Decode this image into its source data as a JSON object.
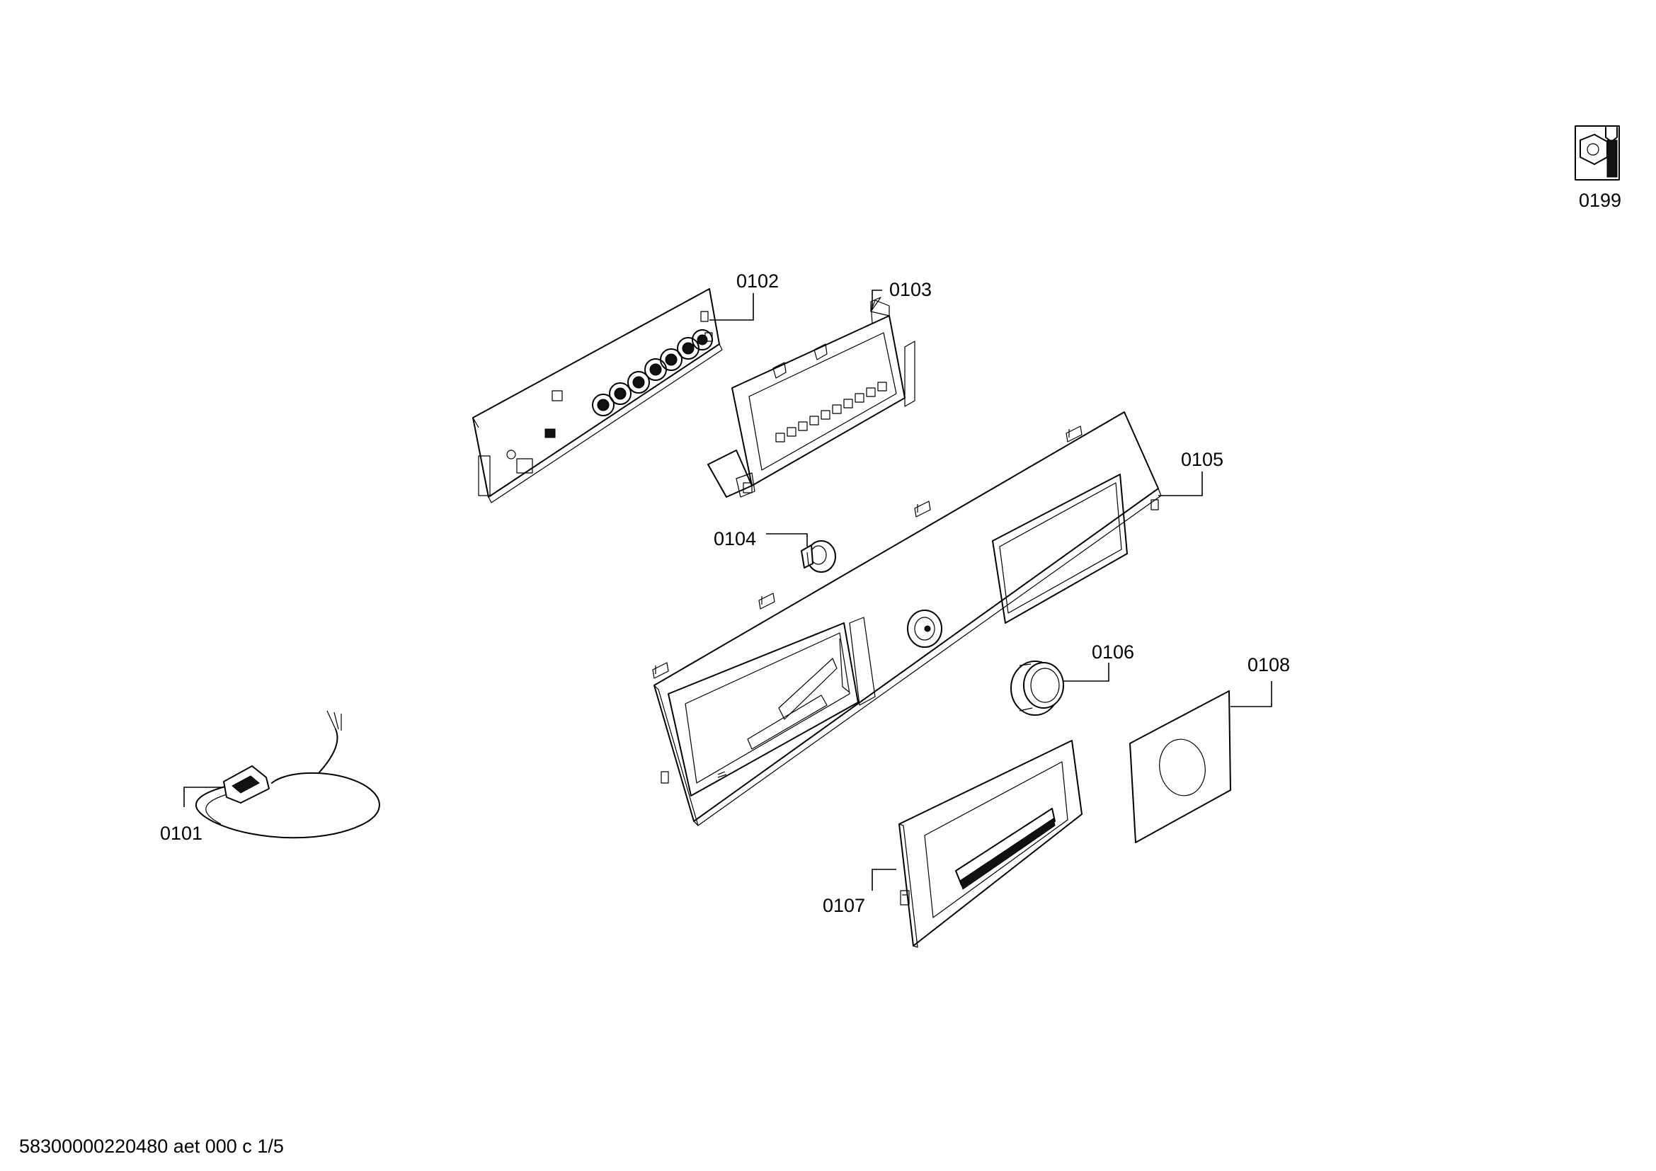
{
  "callouts": {
    "p0101": "0101",
    "p0102": "0102",
    "p0103": "0103",
    "p0104": "0104",
    "p0105": "0105",
    "p0106": "0106",
    "p0107": "0107",
    "p0108": "0108",
    "p0199": "0199"
  },
  "footer": {
    "document_code": "58300000220480 aet 000 c 1/5"
  },
  "icons": {
    "service_icon": "nut-and-wrench-icon"
  }
}
